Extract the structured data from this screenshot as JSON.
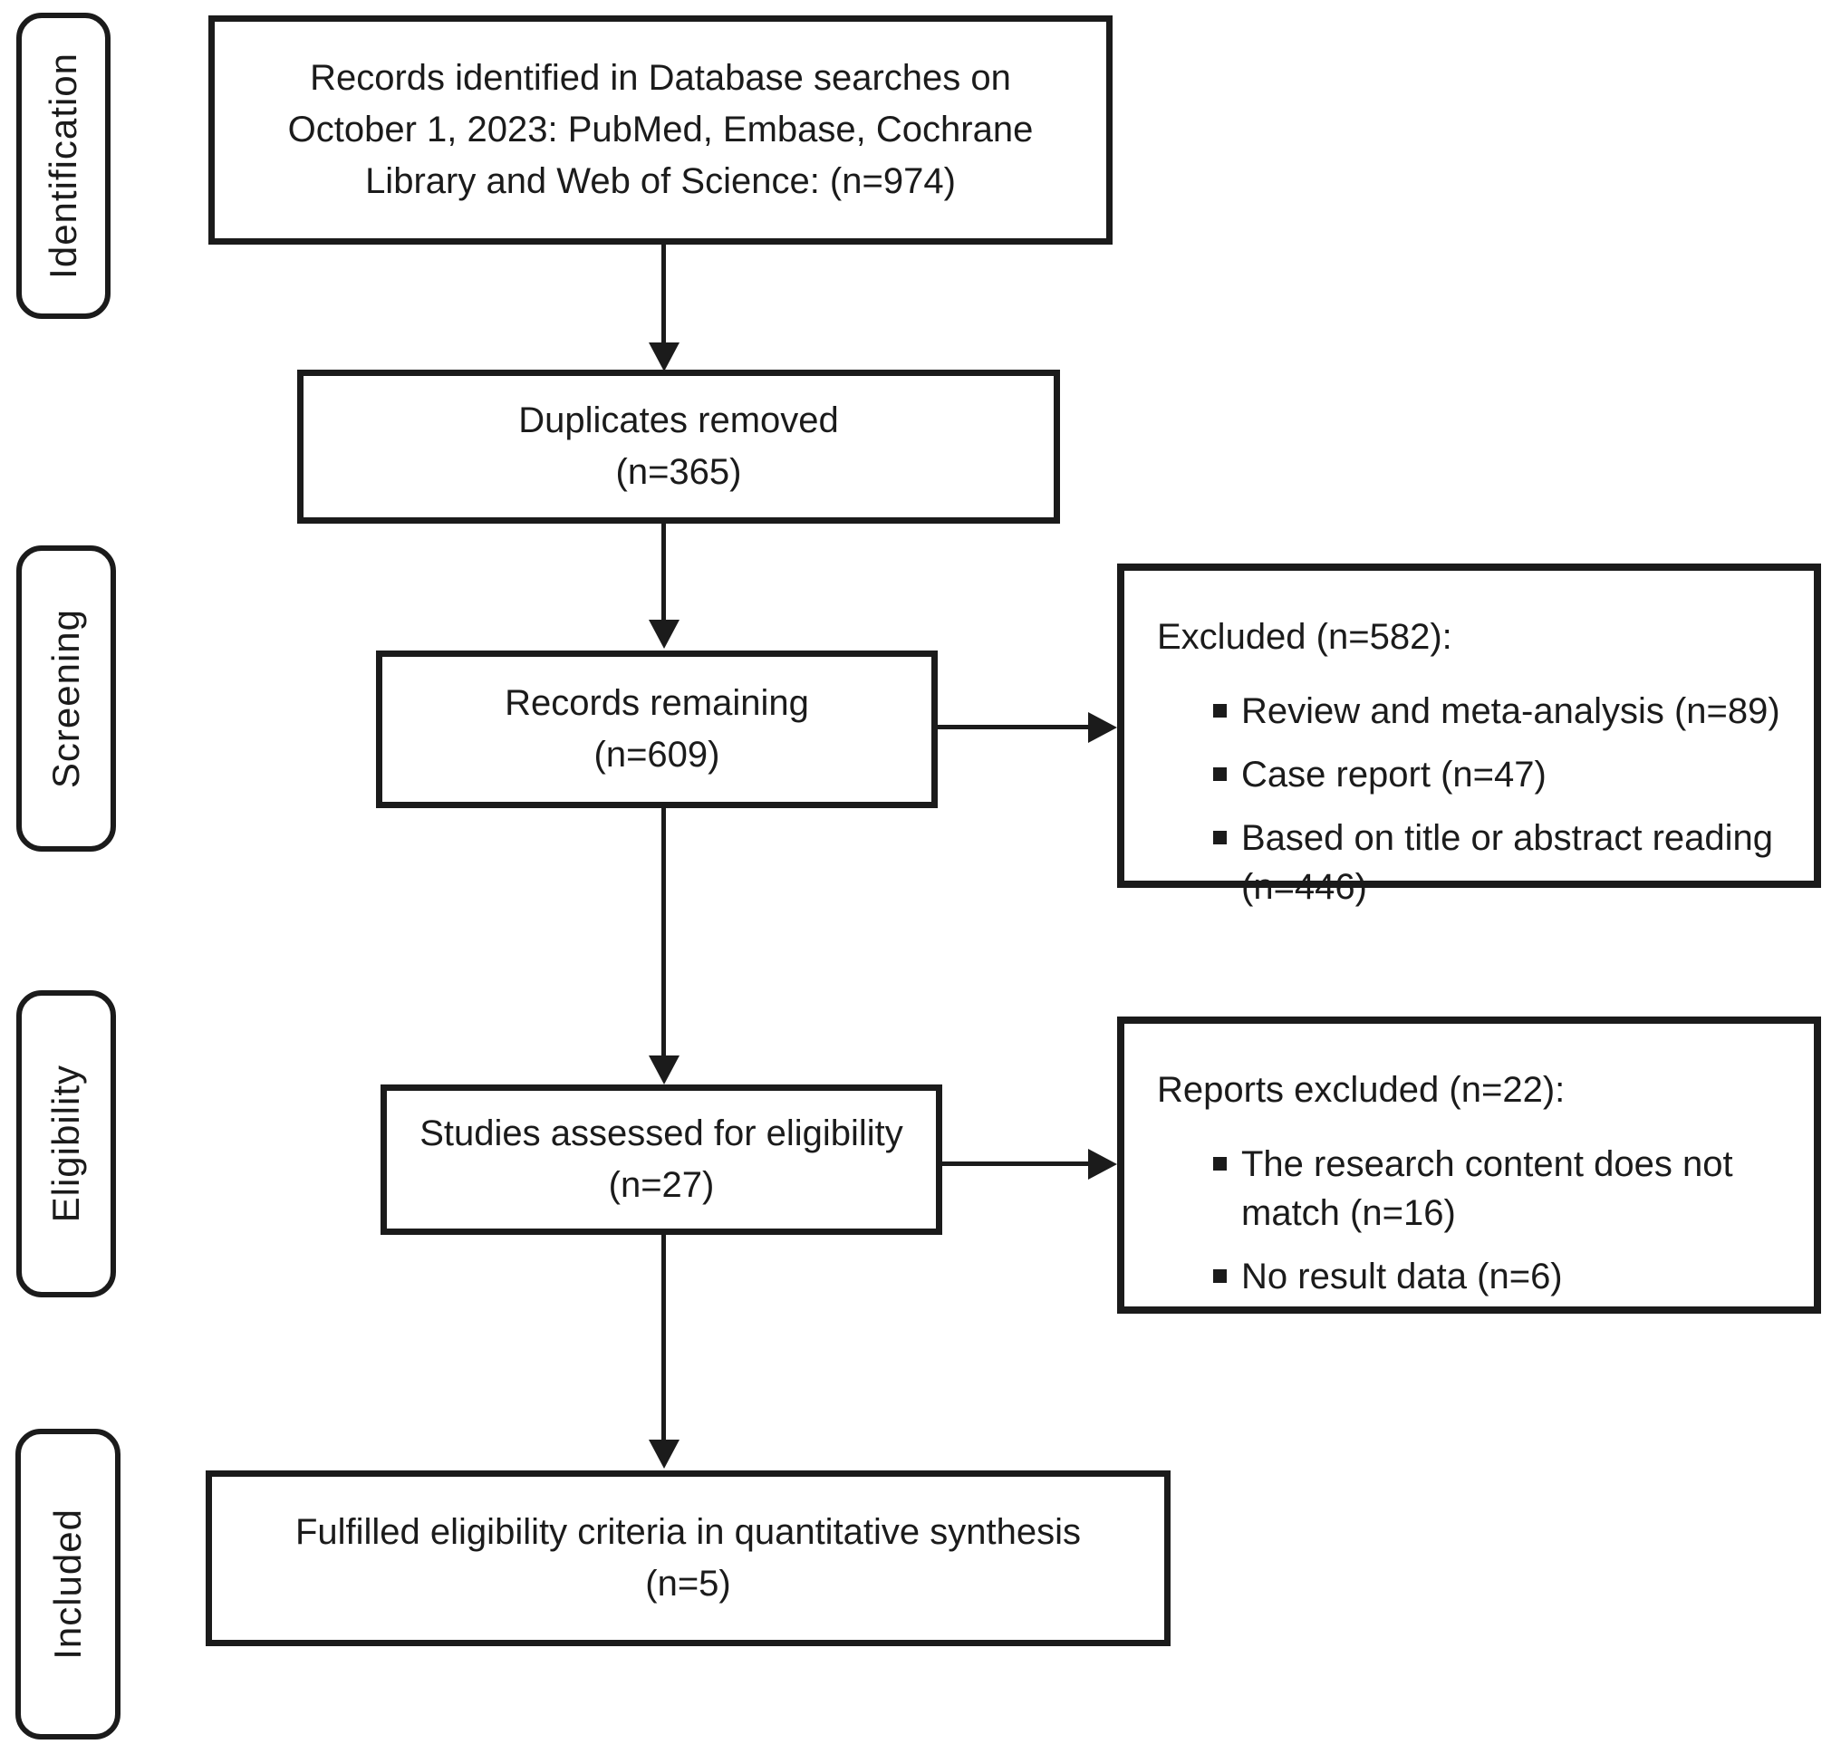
{
  "stages": [
    {
      "label": "Identification"
    },
    {
      "label": "Screening"
    },
    {
      "label": "Eligibility"
    },
    {
      "label": "Included"
    }
  ],
  "flow_boxes": [
    {
      "name": "records-identified",
      "lines": [
        "Records identified in Database searches on",
        "October 1, 2023: PubMed, Embase, Cochrane",
        "Library and Web of Science: (n=974)"
      ]
    },
    {
      "name": "duplicates-removed",
      "lines": [
        "Duplicates removed",
        "(n=365)"
      ]
    },
    {
      "name": "records-remaining",
      "lines": [
        "Records remaining",
        "(n=609)"
      ]
    },
    {
      "name": "studies-assessed",
      "lines": [
        "Studies assessed for eligibility",
        "(n=27)"
      ]
    },
    {
      "name": "fulfilled-eligibility",
      "lines": [
        "Fulfilled eligibility criteria in quantitative synthesis",
        "(n=5)"
      ]
    }
  ],
  "side_boxes": [
    {
      "name": "excluded",
      "heading": "Excluded (n=582):",
      "bullets": [
        "Review and meta-analysis (n=89)",
        "Case report (n=47)",
        "Based on title or abstract reading (n=446)"
      ]
    },
    {
      "name": "reports-excluded",
      "heading": "Reports excluded (n=22):",
      "bullets": [
        "The research content does not match (n=16)",
        "No result data (n=6)"
      ]
    }
  ],
  "colors": {
    "ink": "#1b1b1b",
    "background": "#ffffff"
  }
}
